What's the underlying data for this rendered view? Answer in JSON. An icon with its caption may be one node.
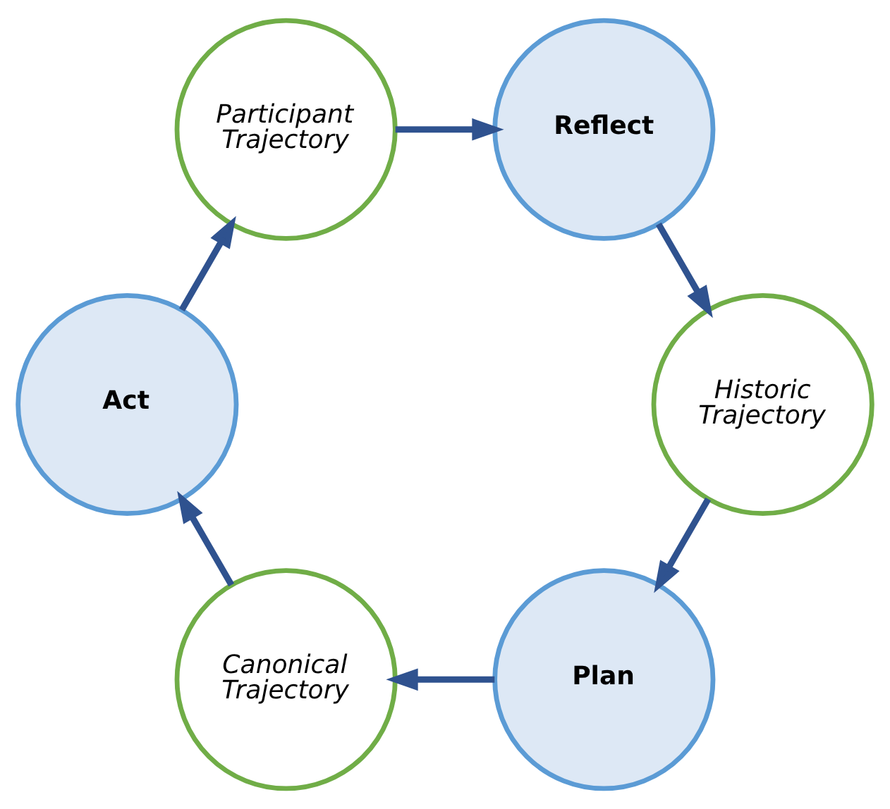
{
  "diagram": {
    "nodes": [
      {
        "text": [
          "Plan"
        ]
      },
      {
        "text": [
          "Canonical Trajectory"
        ]
      },
      {
        "text": [
          "Act"
        ]
      },
      {
        "text": [
          "Participant Trajectory"
        ]
      },
      {
        "text": [
          "Reflect"
        ]
      },
      {
        "text": [
          "Historic Trajectory"
        ]
      }
    ],
    "edges": [
      {
        "from": 5,
        "to": 0,
        "arrow": "to"
      },
      {
        "from": 0,
        "to": 1,
        "arrow": "to"
      },
      {
        "from": 1,
        "to": 2,
        "arrow": "to"
      },
      {
        "from": 2,
        "to": 3,
        "arrow": "to"
      },
      {
        "from": 3,
        "to": 4,
        "arrow": "to"
      },
      {
        "from": 4,
        "to": 5,
        "arrow": "to"
      }
    ]
  }
}
